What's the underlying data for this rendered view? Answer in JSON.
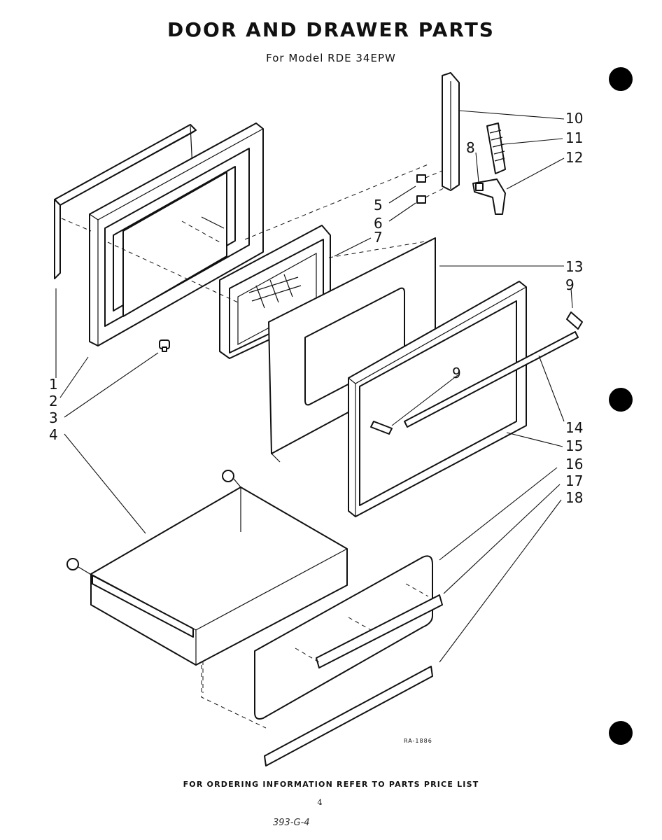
{
  "header": {
    "title": "DOOR AND DRAWER PARTS",
    "subtitle": "For Model RDE 34EPW"
  },
  "diagram": {
    "reference_code": "RA-1886",
    "callouts": [
      "1",
      "2",
      "3",
      "4",
      "5",
      "6",
      "7",
      "8",
      "9",
      "9",
      "10",
      "11",
      "12",
      "13",
      "14",
      "15",
      "16",
      "17",
      "18"
    ]
  },
  "footer": {
    "ordering_note": "FOR ORDERING INFORMATION REFER TO PARTS PRICE LIST",
    "page_number": "4",
    "handwritten_code": "393-G-4"
  }
}
